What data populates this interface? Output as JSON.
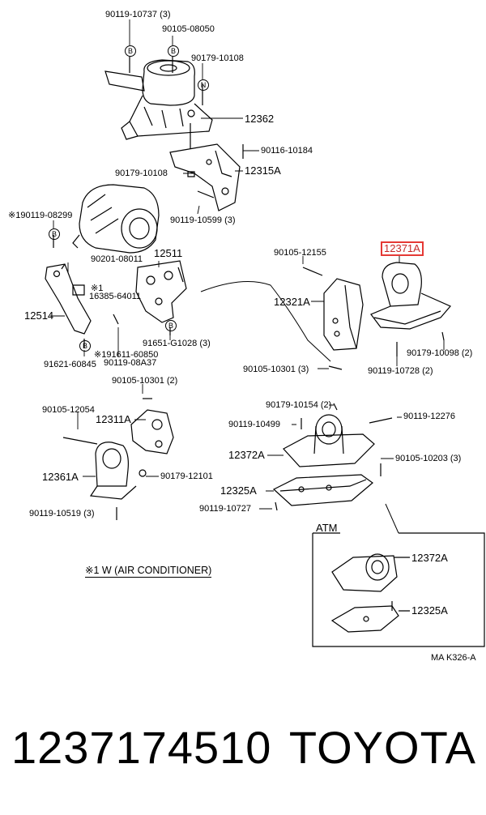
{
  "labels": {
    "p_90119_10737": "90119-10737 (3)",
    "p_90105_08050": "90105-08050",
    "p_90179_10108_top": "90179-10108",
    "p_12362": "12362",
    "p_90116_10184": "90116-10184",
    "p_90179_10108_mid": "90179-10108",
    "p_12315A": "12315A",
    "p_90119_10599": "90119-10599 (3)",
    "p_190119_08299": "※190119-08299",
    "p_90201_08011": "90201-08011",
    "p_12511": "12511",
    "p_note1": "※1",
    "p_16385_64011": "16385-64011",
    "p_12514": "12514",
    "p_191611_60850": "※191611-60850",
    "p_91621_60845": "91621-60845",
    "p_90119_08A37": "90119-08A37",
    "p_91651_G1028": "91651-G1028 (3)",
    "p_90105_12155": "90105-12155",
    "p_12371A": "12371A",
    "p_12321A": "12321A",
    "p_90179_10098": "90179-10098 (2)",
    "p_90105_10301_right": "90105-10301 (3)",
    "p_90119_10728": "90119-10728 (2)",
    "p_90105_10301_left": "90105-10301 (2)",
    "p_90105_12054": "90105-12054",
    "p_12311A": "12311A",
    "p_12361A": "12361A",
    "p_90179_12101": "90179-12101",
    "p_90119_10519": "90119-10519 (3)",
    "p_90179_10154": "90179-10154 (2)",
    "p_90119_10499": "90119-10499",
    "p_90119_12276": "90119-12276",
    "p_12372A": "12372A",
    "p_90105_10203": "90105-10203 (3)",
    "p_12325A": "12325A",
    "p_90119_10727": "90119-10727",
    "p_atm": "ATM",
    "p_12372A_atm": "12372A",
    "p_12325A_atm": "12325A",
    "p_ref": "MA K326-A"
  },
  "circle_marks": {
    "b": "B",
    "n": "N"
  },
  "note": "※1 W (AIR CONDITIONER)",
  "footer": {
    "part_number": "1237174510",
    "brand": "TOYOTA"
  },
  "highlight_color": "#e53935"
}
